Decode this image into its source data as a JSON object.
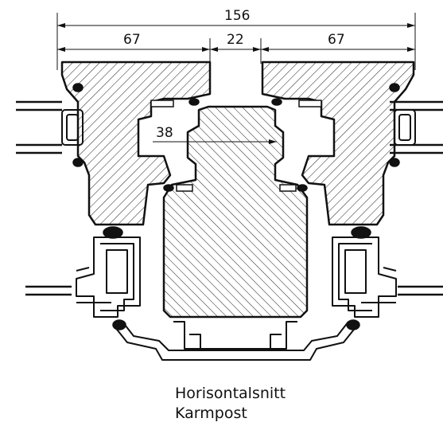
{
  "dimensions": {
    "overall": "156",
    "left_frame": "67",
    "gap": "22",
    "right_frame": "67",
    "post_depth": "38"
  },
  "caption": {
    "line1": "Horisontalsnitt",
    "line2": "Karmpost"
  }
}
